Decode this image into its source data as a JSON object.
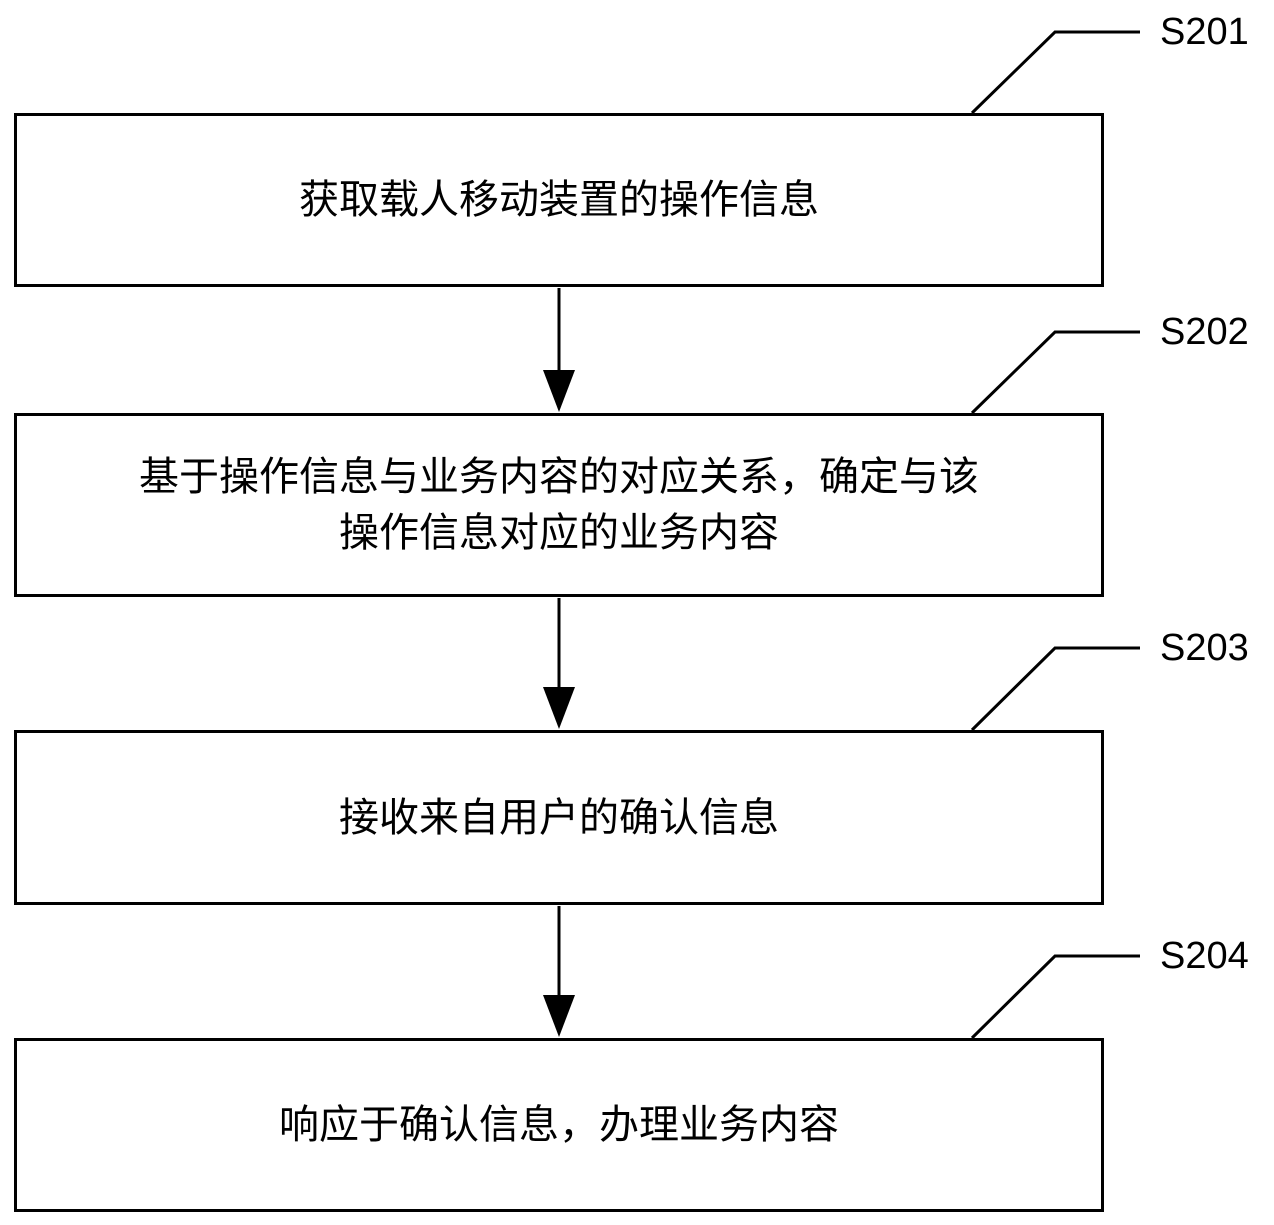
{
  "steps": [
    {
      "id": "S201",
      "text": "获取载人移动装置的操作信息"
    },
    {
      "id": "S202",
      "text": "基于操作信息与业务内容的对应关系，确定与该\n操作信息对应的业务内容"
    },
    {
      "id": "S203",
      "text": "接收来自用户的确认信息"
    },
    {
      "id": "S204",
      "text": "响应于确认信息，办理业务内容"
    }
  ],
  "colors": {
    "stroke": "#000000",
    "background": "#ffffff"
  }
}
